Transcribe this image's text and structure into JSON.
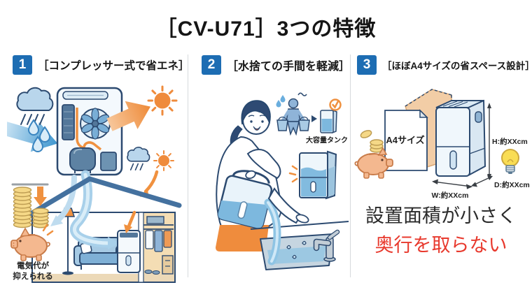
{
  "header": {
    "title": "［CV-U71］3つの特徴"
  },
  "panels": [
    {
      "number": "1",
      "title": "［コンプレッサー式で省エネ］",
      "caption_line1": "電気代が",
      "caption_line2": "抑えられる"
    },
    {
      "number": "2",
      "title": "［水捨ての手間を軽減］",
      "tank_label": "大容量タンク"
    },
    {
      "number": "3",
      "title": "［ほぼA4サイズの省スペース設計］",
      "a4_label": "A4サイズ",
      "dim_height": "H:約XXcm",
      "dim_width": "W:約XXcm",
      "dim_depth": "D:約XXcm",
      "note_line1": "設置面積が小さく",
      "note_line2": "奥行を取らない"
    }
  ],
  "colors": {
    "badge_blue": "#1d6db3",
    "note_red": "#e8392d",
    "illustration_blue": "#4a9fd4",
    "illustration_orange": "#f0913f",
    "divider_gray": "#d7dadd"
  }
}
